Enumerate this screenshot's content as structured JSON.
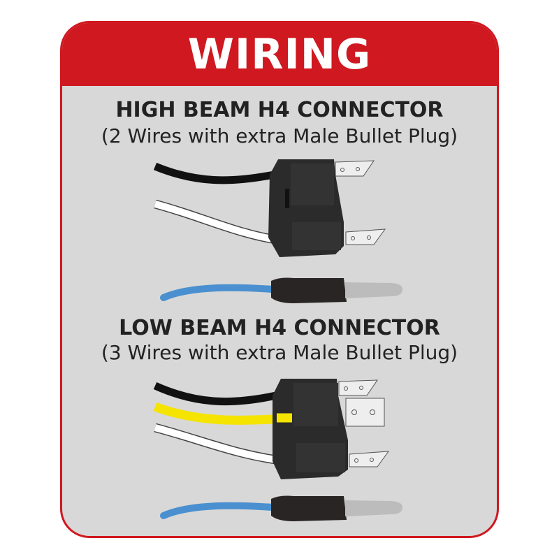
{
  "title": "WIRING",
  "sections": [
    {
      "heading_bold": "HIGH BEAM",
      "heading_rest": " H4 CONNECTOR",
      "subtitle": "(2 Wires with extra Male Bullet Plug)",
      "wires": [
        "black",
        "white"
      ],
      "bullet_wire": "blue"
    },
    {
      "heading_bold": "LOW BEAM",
      "heading_rest": " H4 CONNECTOR",
      "subtitle": "(3 Wires with extra Male Bullet Plug)",
      "wires": [
        "black",
        "yellow",
        "white"
      ],
      "bullet_wire": "blue"
    }
  ],
  "colors": {
    "accent": "#d01820",
    "panel": "#d8d8d8",
    "black_wire": "#111111",
    "white_wire": "#ffffff",
    "yellow_wire": "#f5e400",
    "blue_wire": "#4a90d0"
  }
}
